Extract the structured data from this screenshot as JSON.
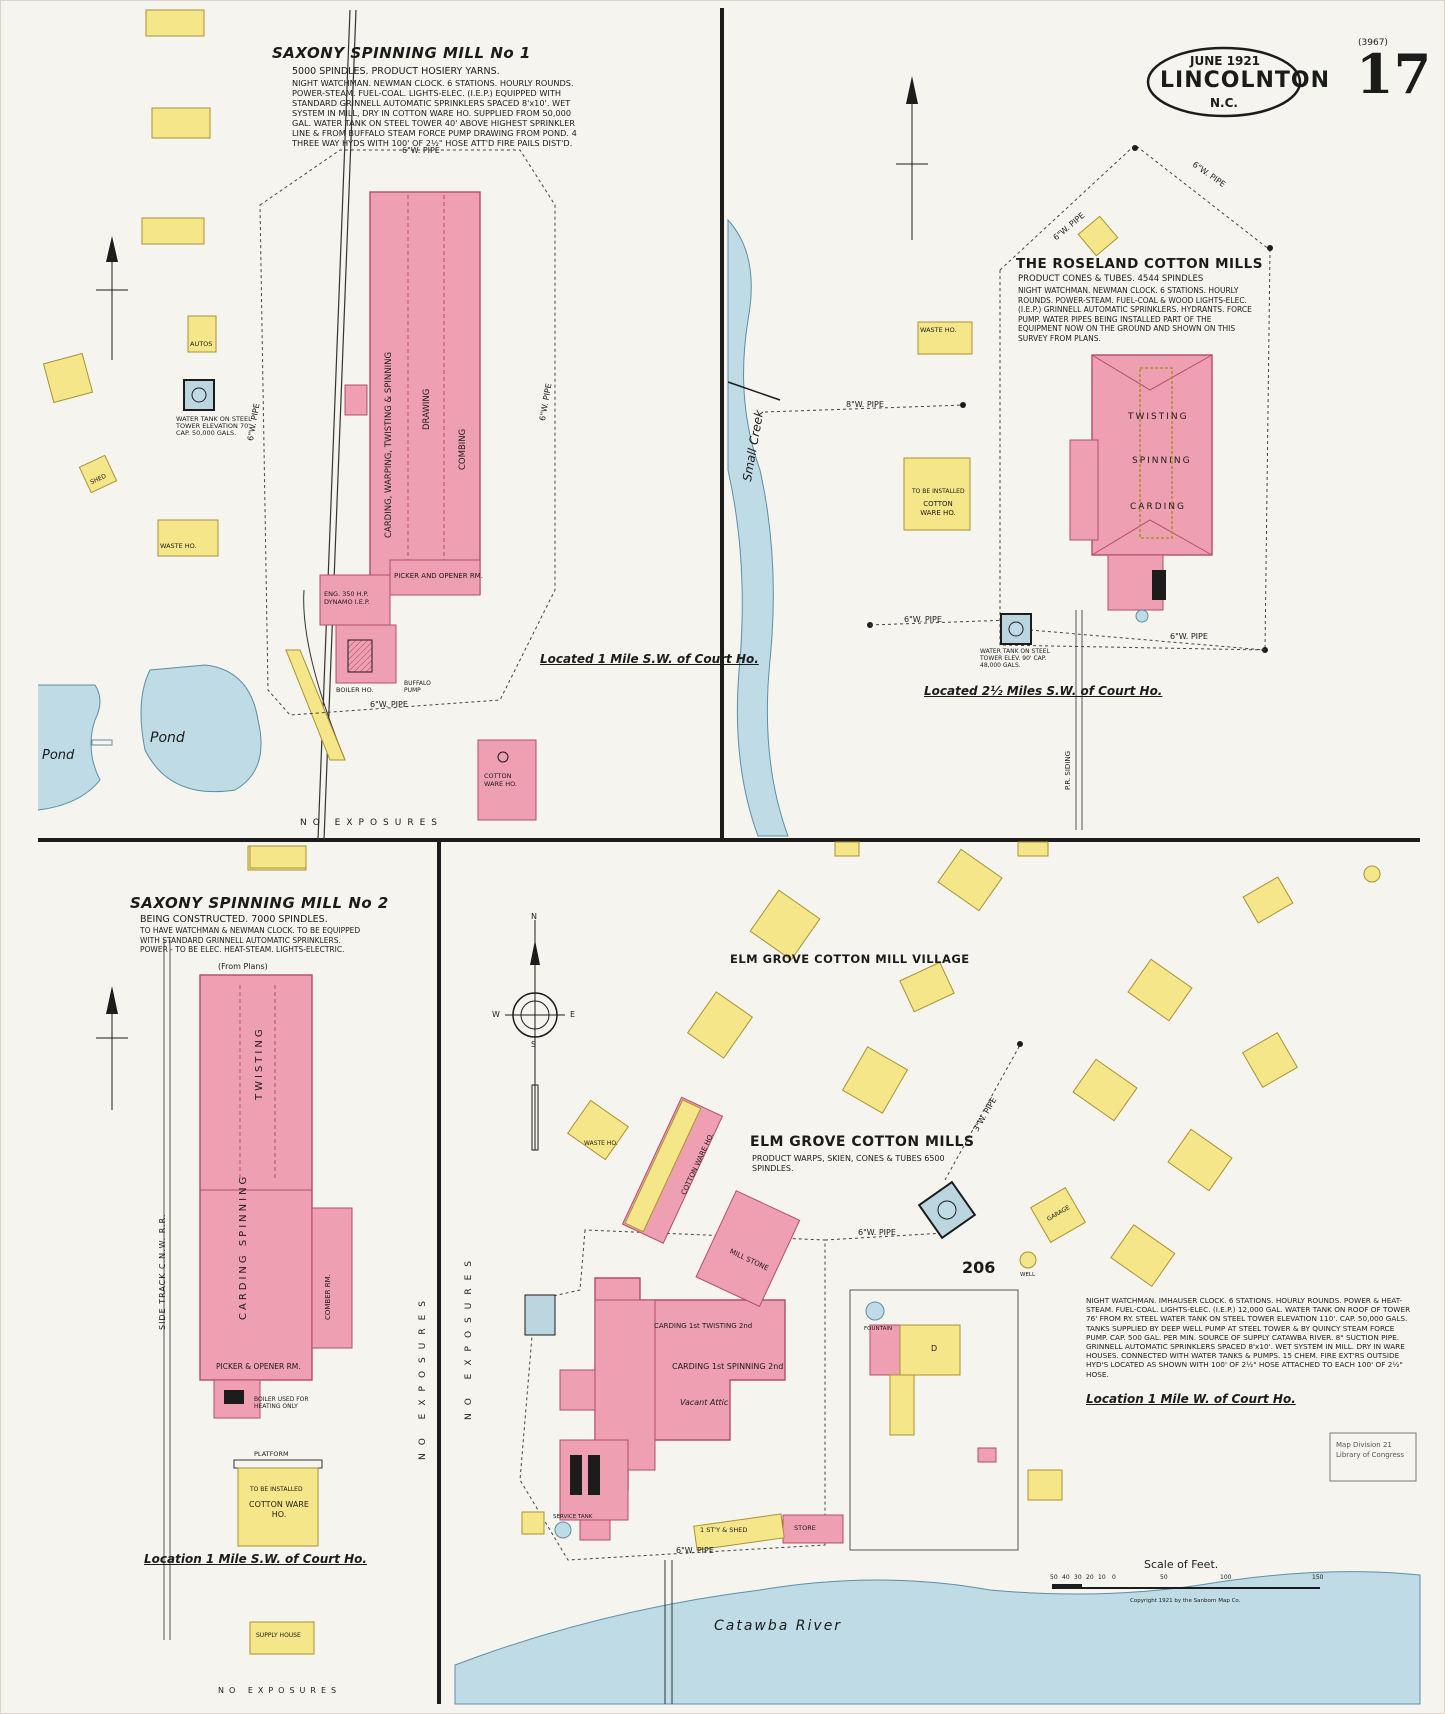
{
  "header": {
    "date": "JUNE 1921",
    "city": "LINCOLNTON",
    "state": "N.C.",
    "sheet_number": "17",
    "sheet_index": "(3967)"
  },
  "panels": {
    "saxony1": {
      "title": "SAXONY SPINNING MILL No 1",
      "subtitle": "5000 SPINDLES. PRODUCT HOSIERY YARNS.",
      "notes": "NIGHT WATCHMAN. NEWMAN CLOCK. 6 STATIONS. HOURLY ROUNDS. POWER-STEAM. FUEL-COAL. LIGHTS-ELEC. (I.E.P.) EQUIPPED WITH STANDARD GRINNELL AUTOMATIC SPRINKLERS SPACED 8'x10'. WET SYSTEM IN MILL, DRY IN COTTON WARE HO. SUPPLIED FROM 50,000 GAL. WATER TANK ON STEEL TOWER 40' ABOVE HIGHEST SPRINKLER LINE & FROM BUFFALO STEAM FORCE PUMP DRAWING FROM POND. 4 THREE WAY HYDS WITH 100' OF 2½\" HOSE ATT'D FIRE PAILS DIST'D.",
      "location": "Located 1 Mile S.W. of Court Ho.",
      "pond": "Pond",
      "pond_left": "Pond",
      "exposures": "NO EXPOSURES",
      "pipe_top": "6\"W. PIPE",
      "pipe_bottom": "6\"W. PIPE",
      "pipe_left": "6\"W. PIPE",
      "pipe_right": "6\"W. PIPE",
      "tank": "WATER TANK ON STEEL TOWER ELEVATION 70' CAP. 50,000 GALS.",
      "autos": "AUTOS",
      "waste": "WASTE HO.",
      "shed": "SHED",
      "mill_depts": [
        "CARDING, WARPING, TWISTING & SPINNING",
        "DRAWING",
        "COMBING"
      ],
      "picker": "PICKER AND OPENER RM.",
      "engine": "ENG. 350 H.P. DYNAMO I.E.P.",
      "boiler": "BOILER HO.",
      "pump": "BUFFALO PUMP",
      "cotton_ware": "COTTON WARE HO."
    },
    "roseland": {
      "title": "THE ROSELAND COTTON MILLS",
      "subtitle": "PRODUCT CONES & TUBES. 4544 SPINDLES",
      "notes": "NIGHT WATCHMAN. NEWMAN CLOCK. 6 STATIONS. HOURLY ROUNDS. POWER-STEAM. FUEL-COAL & WOOD LIGHTS-ELEC. (I.E.P.) GRINNELL AUTOMATIC SPRINKLERS. HYDRANTS. FORCE PUMP. WATER PIPES BEING INSTALLED PART OF THE EQUIPMENT NOW ON THE GROUND AND SHOWN ON THIS SURVEY FROM PLANS.",
      "location": "Located 2½ Miles S.W. of Court Ho.",
      "creek": "Small Creek",
      "pipe_main": "8\"W. PIPE",
      "pipe_left": "6\"W. PIPE",
      "pipe_right": "6\"W. PIPE",
      "pipe_bottom": "6\"W. PIPE",
      "pipe_bottom2": "6\"W. PIPE",
      "waste": "WASTE HO.",
      "cotton_ware": "COTTON WARE HO.",
      "to_be": "TO BE INSTALLED",
      "mill_depts": [
        "TWISTING",
        "SPINNING",
        "CARDING"
      ],
      "tank": "WATER TANK ON STEEL TOWER ELEV. 90' CAP. 48,000 GALS.",
      "siding": "P.R. SIDING"
    },
    "saxony2": {
      "title": "SAXONY SPINNING MILL No 2",
      "subtitle": "BEING CONSTRUCTED. 7000 SPINDLES.",
      "notes": "TO HAVE WATCHMAN & NEWMAN CLOCK. TO BE EQUIPPED WITH STANDARD GRINNELL AUTOMATIC SPRINKLERS. POWER - TO BE ELEC. HEAT-STEAM. LIGHTS-ELECTRIC.",
      "from_plans": "(From Plans)",
      "mill_depts": [
        "TWISTING",
        "CARDING SPINNING",
        "COMBER RM."
      ],
      "picker": "PICKER & OPENER RM.",
      "boiler": "BOILER USED FOR HEATING ONLY",
      "platform": "PLATFORM",
      "cotton_ware": "COTTON WARE HO.",
      "to_be": "TO BE INSTALLED",
      "side_track": "SIDE TRACK C.N.W. R.R.",
      "exposures": "NO EXPOSURES",
      "exposures_bottom": "NO EXPOSURES",
      "location": "Location 1 Mile S.W. of Court Ho.",
      "small_bldg": "SUPPLY HOUSE"
    },
    "elmgrove": {
      "village": "ELM GROVE COTTON MILL VILLAGE",
      "title": "ELM GROVE COTTON MILLS",
      "subtitle": "PRODUCT WARPS, SKIEN, CONES & TUBES 6500 SPINDLES.",
      "notes": "NIGHT WATCHMAN. IMHAUSER CLOCK. 6 STATIONS. HOURLY ROUNDS. POWER & HEAT-STEAM. FUEL-COAL. LIGHTS-ELEC. (I.E.P.) 12,000 GAL. WATER TANK ON ROOF OF TOWER 76' FROM RY. STEEL WATER TANK ON STEEL TOWER ELEVATION 110'. CAP. 50,000 GALS. TANKS SUPPLIED BY DEEP WELL PUMP AT STEEL TOWER & BY QUINCY STEAM FORCE PUMP. CAP. 500 GAL. PER MIN. SOURCE OF SUPPLY CATAWBA RIVER. 8\" SUCTION PIPE. GRINNELL AUTOMATIC SPRINKLERS SPACED 8'x10'. WET SYSTEM IN MILL. DRY IN WARE HOUSES. CONNECTED WITH WATER TANKS & PUMPS. 15 CHEM. FIRE EXT'RS OUTSIDE HYD'S LOCATED AS SHOWN WITH 100' OF 2½\" HOSE ATTACHED TO EACH 100' OF 2½\" HOSE.",
      "location": "Location 1 Mile W. of Court Ho.",
      "river": "Catawba River",
      "block": "206",
      "exposures": "NO EXPOSURES",
      "pipe_main": "6\"W. PIPE",
      "pipe_diag": "3\"W. PIPE",
      "pipe_bottom": "6\"W. PIPE",
      "cotton": "COTTON WARE HO.",
      "carding": "CARDING 1st TWISTING 2nd",
      "carding2": "CARDING 1st SPINNING 2nd",
      "vacant": "Vacant Attic",
      "mill_stone": "MILL STONE",
      "waste": "WASTE HO.",
      "fountain": "FOUNTAIN",
      "well": "WELL",
      "garage": "GARAGE",
      "shed": "1 ST'Y & SHED",
      "store": "STORE",
      "service_tank": "SERVICE TANK",
      "compass": [
        "N",
        "S",
        "E",
        "W"
      ],
      "scale_title": "Scale of Feet.",
      "scale_ticks": [
        "50",
        "40",
        "30",
        "20",
        "10",
        "0",
        "50",
        "100",
        "150"
      ],
      "copyright": "Copyright 1921 by the Sanborn Map Co.",
      "stamp": "Map Division 21 Library of Congress",
      "dwelling": "D"
    }
  },
  "colors": {
    "brick": "#ef9fb2",
    "brick_stroke": "#b24e6a",
    "frame": "#f5e68a",
    "frame_stroke": "#a89331",
    "water": "#bfdbe6",
    "water_stroke": "#5d8ea4",
    "line": "#1c1c1c",
    "paper": "#f6f4ee"
  }
}
